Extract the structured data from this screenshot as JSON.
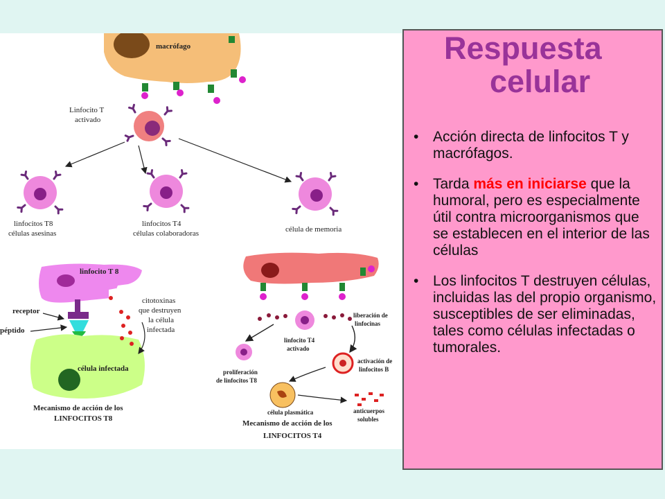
{
  "slide": {
    "title_line1": "Respuesta",
    "title_line2": "celular",
    "bullets": [
      {
        "text": "Acción directa de linfocitos T y macrófagos."
      },
      {
        "pre": "Tarda ",
        "highlight": "más en iniciarse",
        "post": " que la humoral, pero es especialmente útil contra microorganismos que se establecen en el interior de las células"
      },
      {
        "text": "Los linfocitos T destruyen células, incluidas las del propio organismo, susceptibles de ser eliminadas, tales como células infectadas o tumorales."
      }
    ]
  },
  "diagram": {
    "macrofago": "macrófago",
    "linfocito_activado_1": "Linfocito T",
    "linfocito_activado_2": "activado",
    "t8_1": "linfocitos T8",
    "t8_2": "células asesinas",
    "t4_1": "linfocitos T4",
    "t4_2": "células colaboradoras",
    "memoria": "célula de memoria",
    "linfocito_t8": "linfocito T 8",
    "receptor": "receptor",
    "peptido": "péptido",
    "citotoxinas_1": "citotoxinas",
    "citotoxinas_2": "que destruyen",
    "citotoxinas_3": "la célula",
    "citotoxinas_4": "infectada",
    "celula_infectada": "célula infectada",
    "mecanismo_t8_1": "Mecanismo de acción de los",
    "mecanismo_t8_2": "LINFOCITOS T8",
    "liberacion_1": "liberación de",
    "liberacion_2": "linfocinas",
    "t4_activado_1": "linfocito T4",
    "t4_activado_2": "activado",
    "activacion_1": "activación de",
    "activacion_2": "linfocitos B",
    "proliferacion_1": "proliferación",
    "proliferacion_2": "de linfocitos T8",
    "plasmatica": "célula plasmática",
    "anticuerpos_1": "anticuerpos",
    "anticuerpos_2": "solubles",
    "mecanismo_t4_1": "Mecanismo de acción de los",
    "mecanismo_t4_2": "LINFOCITOS T4"
  }
}
